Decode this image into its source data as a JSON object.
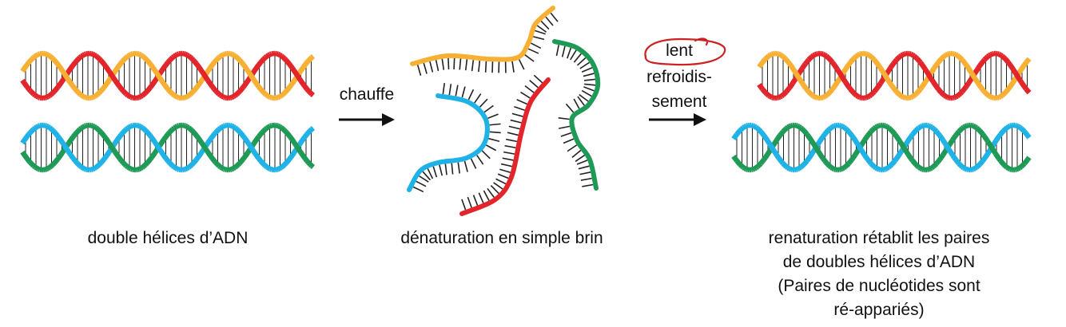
{
  "stages": {
    "left_caption": "double hélices d’ADN",
    "middle_caption": "dénaturation en simple brin",
    "right_caption": [
      "renaturation rétablit les paires",
      "de doubles hélices d’ADN",
      "(Paires de nucléotides sont",
      "ré-appariés)"
    ]
  },
  "arrows": {
    "heat_label": "chauffe",
    "cool_label": [
      "lent",
      "refroidis-",
      "sement"
    ]
  },
  "colors": {
    "orange": "#f7b034",
    "red": "#e2252b",
    "blue": "#1eb2e6",
    "green": "#1f9a56",
    "rung": "#222222",
    "annotation": "#cc2222"
  }
}
